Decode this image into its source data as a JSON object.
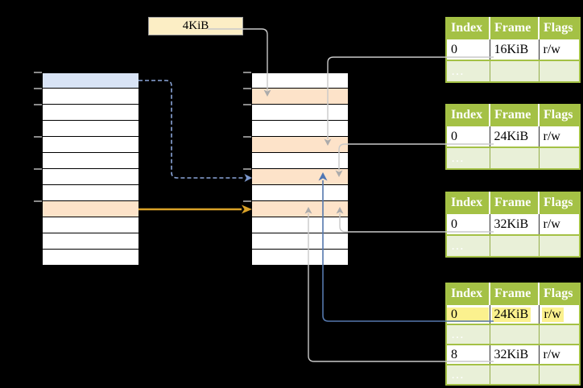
{
  "badge": {
    "label": "4KiB"
  },
  "table_header": [
    "Index",
    "Frame",
    "Flags"
  ],
  "tables": [
    {
      "rows": [
        [
          "0",
          "16KiB",
          "r/w"
        ],
        [
          "…",
          "",
          ""
        ]
      ]
    },
    {
      "rows": [
        [
          "0",
          "24KiB",
          "r/w"
        ],
        [
          "…",
          "",
          ""
        ]
      ]
    },
    {
      "rows": [
        [
          "0",
          "32KiB",
          "r/w"
        ],
        [
          "…",
          "",
          ""
        ]
      ]
    },
    {
      "rows": [
        [
          "0",
          "24KiB",
          "r/w"
        ],
        [
          "…",
          "",
          ""
        ],
        [
          "8",
          "32KiB",
          "r/w"
        ],
        [
          "…",
          "",
          ""
        ]
      ],
      "highlighted_row": 0
    }
  ],
  "memory_columns": {
    "virtual": {
      "rows": [
        "blue",
        "",
        "",
        "",
        "",
        "",
        "",
        "",
        "orange",
        "",
        "",
        ""
      ]
    },
    "physical": {
      "rows": [
        "",
        "orange",
        "",
        "",
        "orange",
        "",
        "orange",
        "",
        "orange",
        "",
        "",
        ""
      ]
    }
  },
  "colors": {
    "table_header_green": "#a4c145",
    "table_row_light_green": "#e9f0d8",
    "highlight_yellow": "#fbf18e",
    "virtual_page_blue": "#d9e4f6",
    "mapped_page_orange": "#fde3c9",
    "badge_fill": "#fceec5",
    "arrow_gray": "#c9c9c9",
    "arrow_blue": "#5578ad",
    "arrow_dashed_blue": "#8ba6d9",
    "arrow_orange": "#d9a127"
  }
}
